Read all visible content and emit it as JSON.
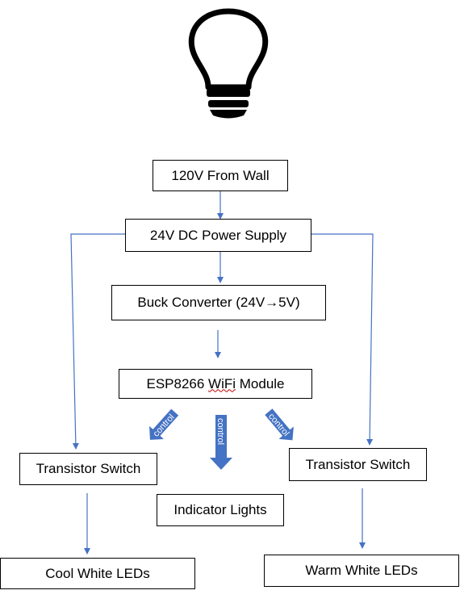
{
  "nodes": {
    "wall": "120V From Wall",
    "psu": "24V DC Power Supply",
    "buck": "Buck Converter (24V→5V)",
    "esp_prefix": "ESP8266 ",
    "esp_squiggle": "WiFi",
    "esp_suffix": " Module",
    "switch_left": "Transistor Switch",
    "switch_right": "Transistor Switch",
    "indicator": "Indicator Lights",
    "cool_leds": "Cool White LEDs",
    "warm_leds": "Warm White LEDs"
  },
  "arrows": {
    "control_left": "control",
    "control_center": "control",
    "control_right": "control"
  },
  "colors": {
    "connector": "#4472c4",
    "block_arrow": "#4472c4",
    "spellcheck": "#c00000"
  },
  "icons": [
    "light-bulb-icon"
  ]
}
